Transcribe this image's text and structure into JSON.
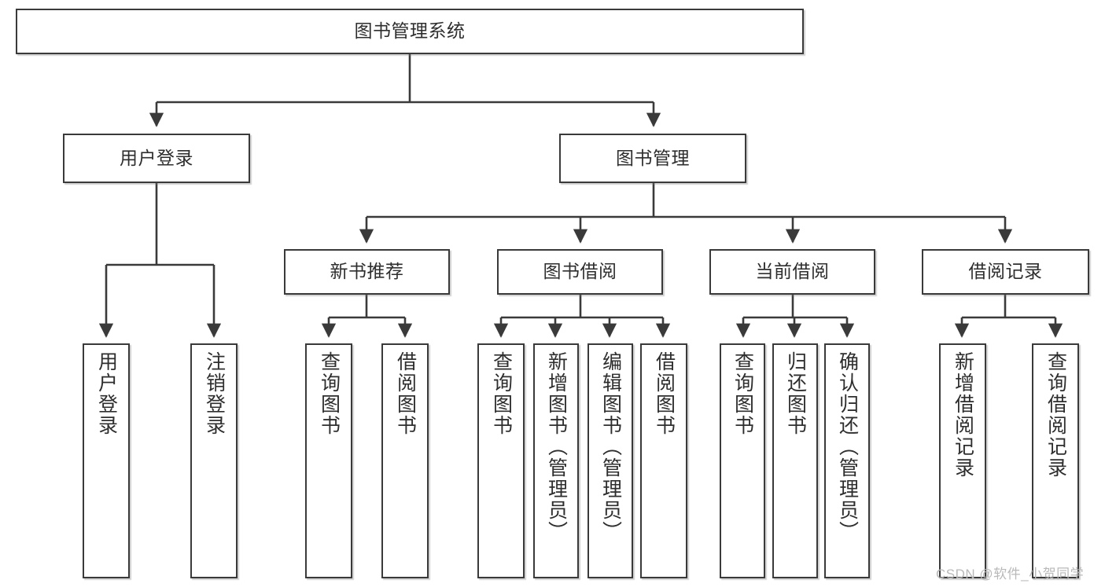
{
  "diagram": {
    "type": "tree-hierarchy-diagram",
    "title": "图书管理系统",
    "root": {
      "id": "root",
      "label": "图书管理系统"
    },
    "level2": [
      {
        "id": "user-login",
        "label": "用户登录"
      },
      {
        "id": "book-manage",
        "label": "图书管理"
      }
    ],
    "level3": [
      {
        "id": "new-book-recommend",
        "label": "新书推荐",
        "parent": "book-manage"
      },
      {
        "id": "book-borrow",
        "label": "图书借阅",
        "parent": "book-manage"
      },
      {
        "id": "current-borrow",
        "label": "当前借阅",
        "parent": "book-manage"
      },
      {
        "id": "borrow-record",
        "label": "借阅记录",
        "parent": "book-manage"
      }
    ],
    "leaves": [
      {
        "id": "leaf-user-login",
        "label": "用户登录",
        "parent": "user-login"
      },
      {
        "id": "leaf-user-logout",
        "label": "注销登录",
        "parent": "user-login"
      },
      {
        "id": "leaf-query-book-1",
        "label": "查询图书",
        "parent": "new-book-recommend"
      },
      {
        "id": "leaf-borrow-book-1",
        "label": "借阅图书",
        "parent": "new-book-recommend"
      },
      {
        "id": "leaf-query-book-2",
        "label": "查询图书",
        "parent": "book-borrow"
      },
      {
        "id": "leaf-add-book",
        "label": "新增图书（管理员）",
        "parent": "book-borrow"
      },
      {
        "id": "leaf-edit-book",
        "label": "编辑图书（管理员）",
        "parent": "book-borrow"
      },
      {
        "id": "leaf-borrow-book-2",
        "label": "借阅图书",
        "parent": "book-borrow"
      },
      {
        "id": "leaf-query-book-3",
        "label": "查询图书",
        "parent": "current-borrow"
      },
      {
        "id": "leaf-return-book",
        "label": "归还图书",
        "parent": "current-borrow"
      },
      {
        "id": "leaf-confirm-return",
        "label": "确认归还（管理员）",
        "parent": "current-borrow"
      },
      {
        "id": "leaf-add-record",
        "label": "新增借阅记录",
        "parent": "borrow-record"
      },
      {
        "id": "leaf-query-record",
        "label": "查询借阅记录",
        "parent": "borrow-record"
      }
    ],
    "watermark": "CSDN @软件_小贺同学",
    "colors": {
      "stroke": "#3a3a3a",
      "text": "#2e2e2e",
      "background": "#ffffff",
      "watermark": "#b9b9b9"
    }
  }
}
